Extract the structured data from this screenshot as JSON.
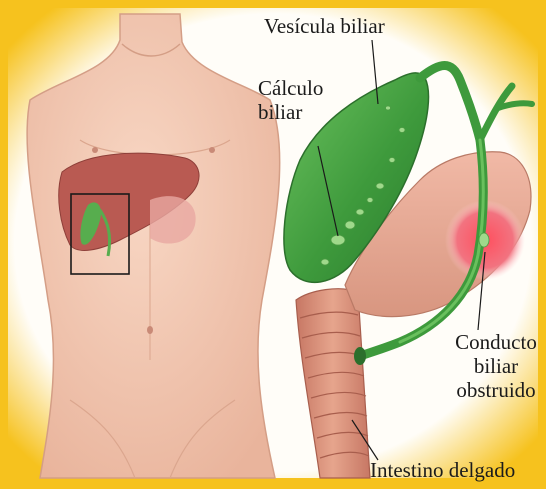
{
  "labels": {
    "vesicula": "Vesícula biliar",
    "calculo_line1": "Cálculo",
    "calculo_line2": "biliar",
    "conducto_line1": "Conducto",
    "conducto_line2": "biliar",
    "conducto_line3": "obstruido",
    "intestino": "Intestino delgado"
  },
  "colors": {
    "frame": "#f6c21e",
    "background": "#fffdf8",
    "skin": "#f2c7b2",
    "liver": "#b95a52",
    "gallbladder": "#3f9d3f",
    "obstruction_glow": "#f04f60",
    "intestine": "#d9937a"
  }
}
